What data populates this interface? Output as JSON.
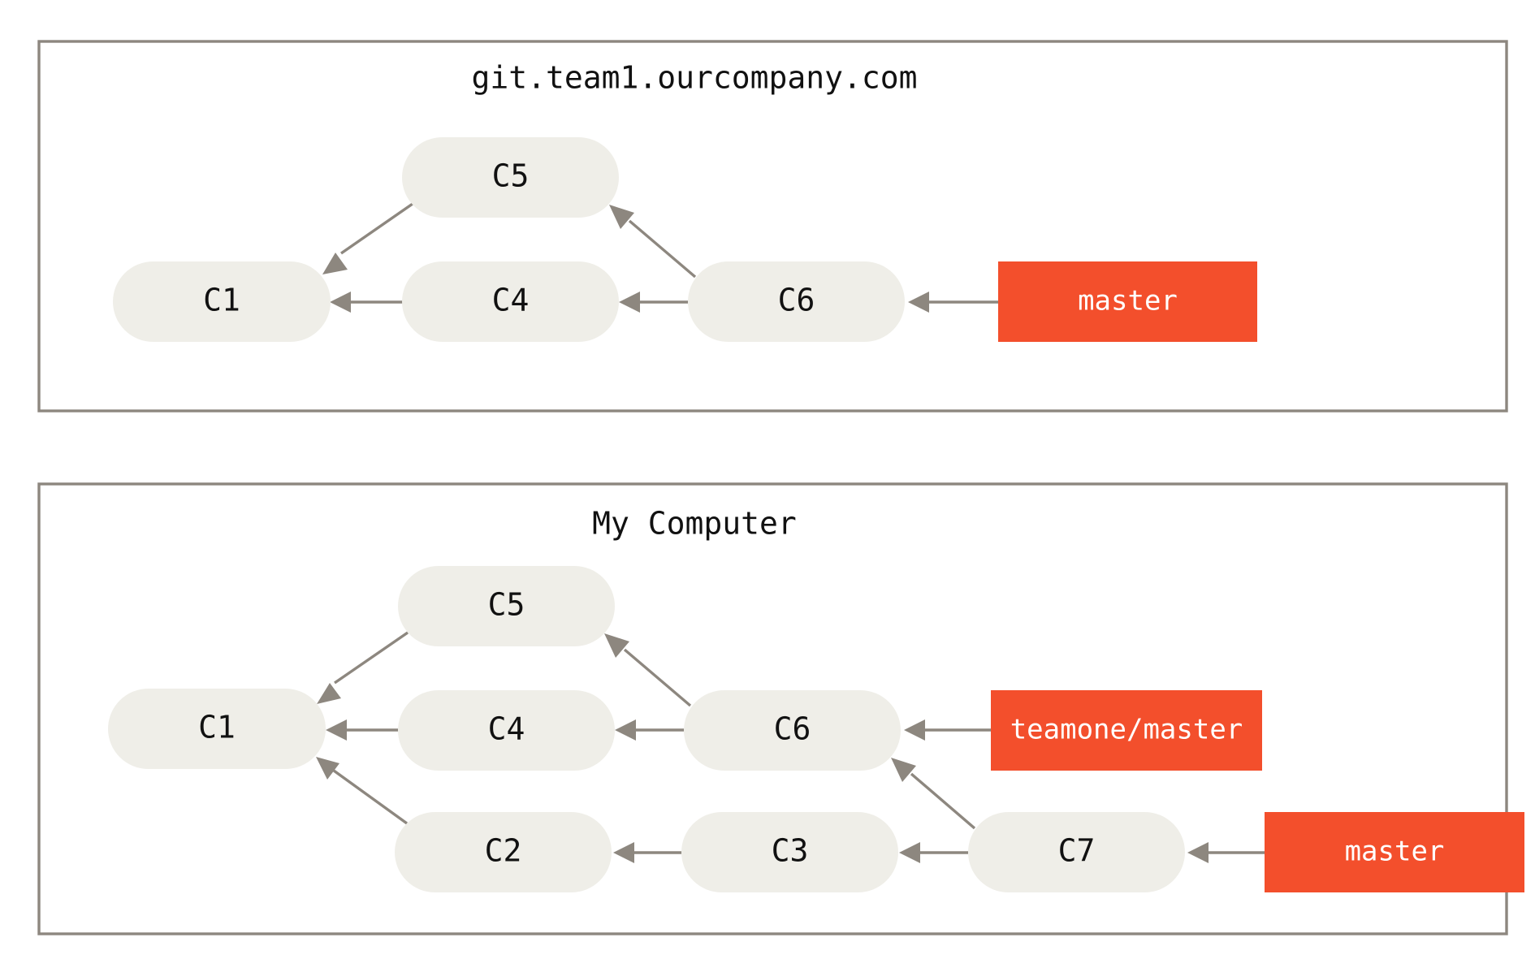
{
  "panels": [
    {
      "id": "remote",
      "title": "git.team1.ourcompany.com",
      "commits": [
        "C1",
        "C4",
        "C5",
        "C6"
      ],
      "refs": [
        "master"
      ]
    },
    {
      "id": "local",
      "title": "My Computer",
      "commits": [
        "C1",
        "C2",
        "C3",
        "C4",
        "C5",
        "C6",
        "C7"
      ],
      "refs": [
        "teamone/master",
        "master"
      ]
    }
  ],
  "edges": [
    {
      "panel": "remote",
      "from": "C4",
      "to": "C1"
    },
    {
      "panel": "remote",
      "from": "C5",
      "to": "C1"
    },
    {
      "panel": "remote",
      "from": "C6",
      "to": "C4"
    },
    {
      "panel": "remote",
      "from": "C6",
      "to": "C5"
    },
    {
      "panel": "remote",
      "from": "master",
      "to": "C6"
    },
    {
      "panel": "local",
      "from": "C4",
      "to": "C1"
    },
    {
      "panel": "local",
      "from": "C5",
      "to": "C1"
    },
    {
      "panel": "local",
      "from": "C2",
      "to": "C1"
    },
    {
      "panel": "local",
      "from": "C6",
      "to": "C4"
    },
    {
      "panel": "local",
      "from": "C6",
      "to": "C5"
    },
    {
      "panel": "local",
      "from": "C3",
      "to": "C2"
    },
    {
      "panel": "local",
      "from": "C7",
      "to": "C3"
    },
    {
      "panel": "local",
      "from": "C7",
      "to": "C6"
    },
    {
      "panel": "local",
      "from": "teamone/master",
      "to": "C6"
    },
    {
      "panel": "local",
      "from": "master",
      "to": "C7"
    }
  ],
  "colors": {
    "commit_fill": "#efeee8",
    "ref_fill": "#f34f2c",
    "line": "#8d877f",
    "text": "#111111",
    "ref_text": "#ffffff"
  }
}
